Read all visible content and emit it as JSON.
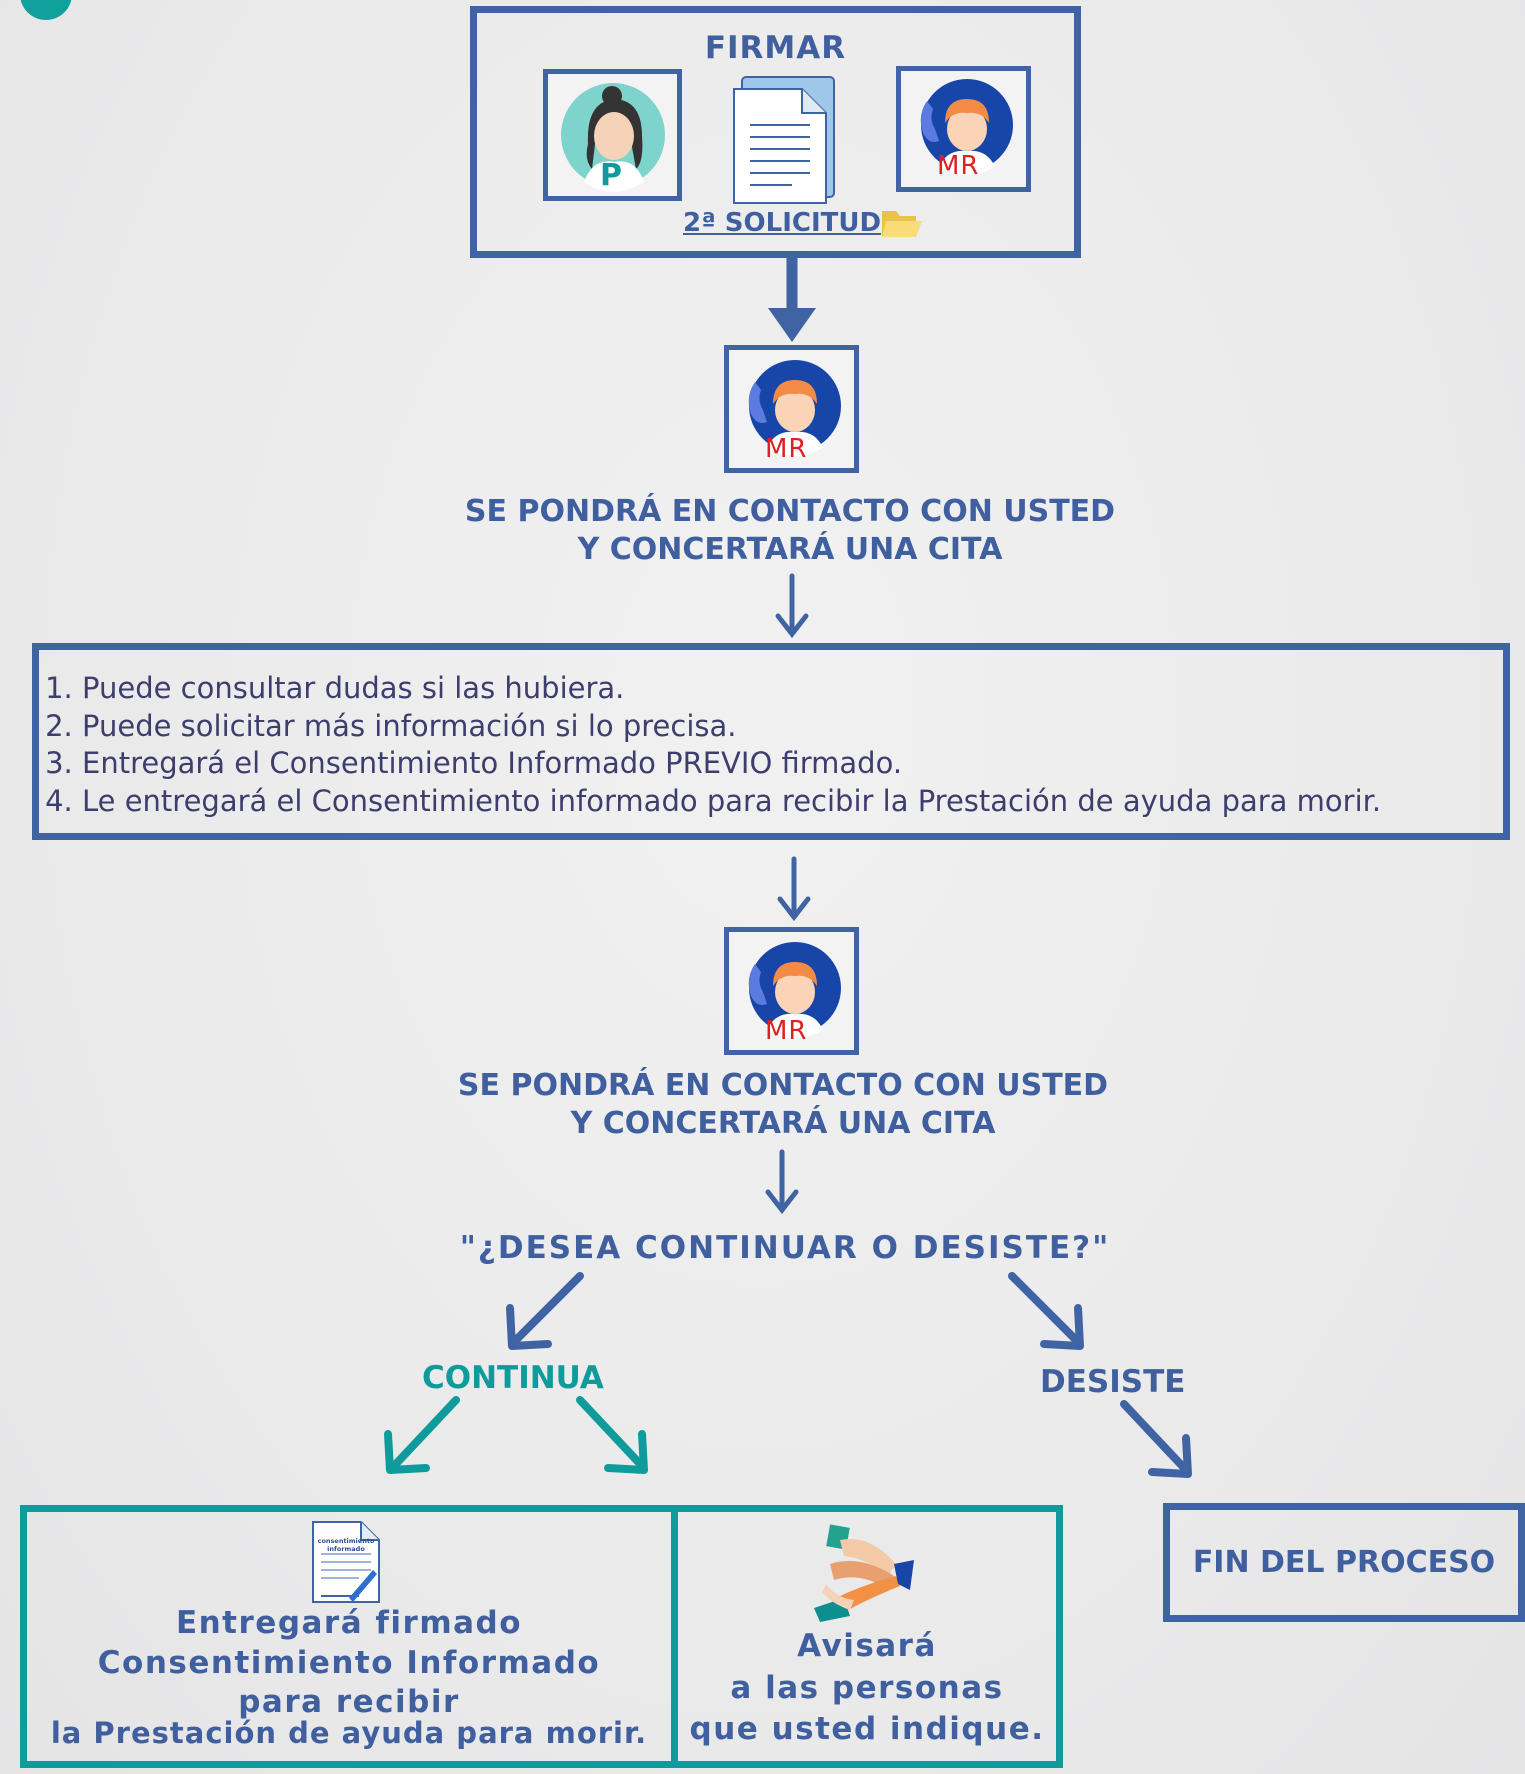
{
  "top_box": {
    "title": "FIRMAR",
    "patient_badge": "P",
    "doctor_badge": "MR",
    "link_label": "2ª SOLICITUD"
  },
  "step1": {
    "badge": "MR",
    "line1": "SE PONDRÁ EN CONTACTO CON USTED",
    "line2": "Y CONCERTARÁ UNA CITA"
  },
  "list": {
    "items": [
      "Puede consultar dudas si las hubiera.",
      "Puede solicitar más información si lo precisa.",
      "Entregará el Consentimiento Informado PREVIO firmado.",
      "Le entregará el Consentimiento informado para recibir la Prestación de ayuda para morir."
    ]
  },
  "step2": {
    "badge": "MR",
    "line1": "SE PONDRÁ EN CONTACTO CON USTED",
    "line2": "Y CONCERTARÁ UNA CITA"
  },
  "question": "\"¿DESEA CONTINUAR O DESISTE?\"",
  "continua_label": "CONTINUA",
  "desiste_label": "DESISTE",
  "card_left": {
    "doc_caption_1": "consentimiento",
    "doc_caption_2": "informado",
    "line1": "Entregará firmado",
    "line2": "Consentimiento Informado",
    "line3": "para recibir",
    "line4": "la Prestación de ayuda para morir."
  },
  "card_middle": {
    "line1": "Avisará",
    "line2": "a las personas",
    "line3": "que usted indique."
  },
  "card_right": {
    "label": "FIN DEL PROCESO"
  },
  "colors": {
    "blue": "#3f63a3",
    "teal": "#0f9b9c",
    "text_dark": "#3e3e6e",
    "badge_red": "#e02020"
  }
}
